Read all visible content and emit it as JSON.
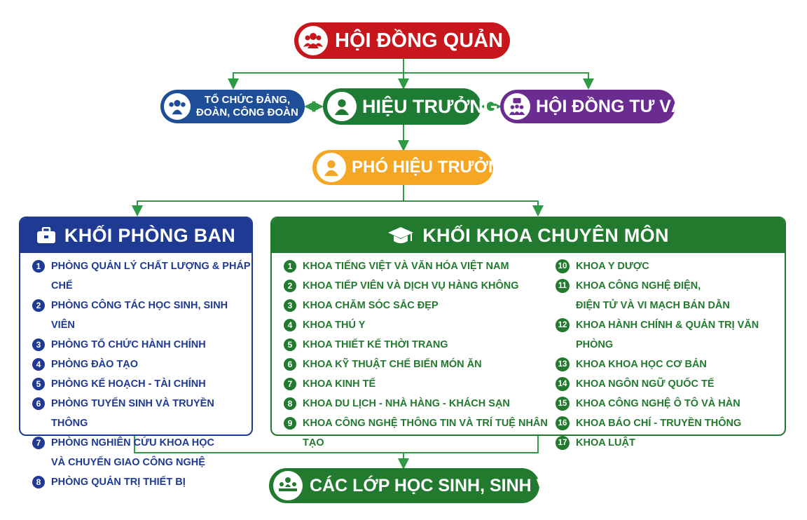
{
  "board": {
    "title": "HỘI ĐỒNG QUẢN TRỊ",
    "icon": "people-group-icon",
    "color": "#c8161d"
  },
  "party": {
    "line1": "TỔ CHỨC ĐẢNG,",
    "line2": "ĐOÀN, CÔNG ĐOÀN",
    "icon": "group-icon",
    "color": "#1f4e99"
  },
  "principal": {
    "title": "HIỆU TRƯỞNG",
    "icon": "person-icon",
    "color": "#1e7b34"
  },
  "advisory": {
    "title": "HỘI ĐỒNG TƯ VẤN",
    "icon": "chat-group-icon",
    "color": "#6a2c91"
  },
  "vice_principal": {
    "title": "PHÓ HIỆU TRƯỞNG",
    "icon": "person-icon",
    "color": "#f5a623"
  },
  "departments": {
    "title": "KHỐI PHÒNG BAN",
    "icon": "briefcase-icon",
    "color": "#1f3a93",
    "items": [
      {
        "num": "1",
        "lines": [
          "PHÒNG QUẢN LÝ CHẤT LƯỢNG & PHÁP CHẾ"
        ]
      },
      {
        "num": "2",
        "lines": [
          "PHÒNG CÔNG TÁC HỌC SINH, SINH VIÊN"
        ]
      },
      {
        "num": "3",
        "lines": [
          "PHÒNG TỔ CHỨC HÀNH CHÍNH"
        ]
      },
      {
        "num": "4",
        "lines": [
          "PHÒNG ĐÀO TẠO"
        ]
      },
      {
        "num": "5",
        "lines": [
          "PHÒNG KẾ HOẠCH - TÀI CHÍNH"
        ]
      },
      {
        "num": "6",
        "lines": [
          "PHÒNG TUYỂN SINH VÀ TRUYỀN THÔNG"
        ]
      },
      {
        "num": "7",
        "lines": [
          "PHÒNG NGHIÊN CỨU KHOA HỌC",
          "VÀ CHUYỂN GIAO CÔNG NGHỆ"
        ]
      },
      {
        "num": "8",
        "lines": [
          "PHÒNG QUẢN TRỊ THIẾT BỊ"
        ]
      }
    ]
  },
  "faculties": {
    "title": "KHỐI KHOA CHUYÊN MÔN",
    "icon": "graduation-cap-icon",
    "color": "#217a2e",
    "col1": [
      {
        "num": "1",
        "lines": [
          "KHOA TIẾNG VIỆT VÀ VĂN HÓA VIỆT NAM"
        ]
      },
      {
        "num": "2",
        "lines": [
          "KHOA TIẾP VIÊN VÀ DỊCH VỤ HÀNG KHÔNG"
        ]
      },
      {
        "num": "3",
        "lines": [
          "KHOA CHĂM SÓC SẮC ĐẸP"
        ]
      },
      {
        "num": "4",
        "lines": [
          "KHOA THÚ Y"
        ]
      },
      {
        "num": "5",
        "lines": [
          "KHOA THIẾT KẾ THỜI TRANG"
        ]
      },
      {
        "num": "6",
        "lines": [
          "KHOA KỸ THUẬT CHẾ BIẾN MÓN ĂN"
        ]
      },
      {
        "num": "7",
        "lines": [
          "KHOA KINH TẾ"
        ]
      },
      {
        "num": "8",
        "lines": [
          "KHOA DU LỊCH - NHÀ HÀNG - KHÁCH SẠN"
        ]
      },
      {
        "num": "9",
        "lines": [
          "KHOA CÔNG NGHỆ THÔNG TIN VÀ TRÍ TUỆ NHÂN TẠO"
        ]
      }
    ],
    "col2": [
      {
        "num": "10",
        "lines": [
          "KHOA Y DƯỢC"
        ]
      },
      {
        "num": "11",
        "lines": [
          "KHOA CÔNG NGHỆ ĐIỆN,",
          "ĐIỆN TỬ VÀ VI MẠCH BÁN DẪN"
        ]
      },
      {
        "num": "12",
        "lines": [
          "KHOA HÀNH CHÍNH & QUẢN TRỊ VĂN PHÒNG"
        ]
      },
      {
        "num": "13",
        "lines": [
          "KHOA KHOA HỌC CƠ BẢN"
        ]
      },
      {
        "num": "14",
        "lines": [
          "KHOA NGÔN NGỮ QUỐC TẾ"
        ]
      },
      {
        "num": "15",
        "lines": [
          "KHOA CÔNG NGHỆ Ô TÔ VÀ HÀN"
        ]
      },
      {
        "num": "16",
        "lines": [
          "KHOA BÁO CHÍ - TRUYỀN THÔNG"
        ]
      },
      {
        "num": "17",
        "lines": [
          "KHOA LUẬT"
        ]
      }
    ]
  },
  "students": {
    "title": "CÁC LỚP HỌC SINH, SINH VIÊN",
    "icon": "classroom-icon",
    "color": "#217a2e"
  },
  "connector_color": "#2e9a44"
}
